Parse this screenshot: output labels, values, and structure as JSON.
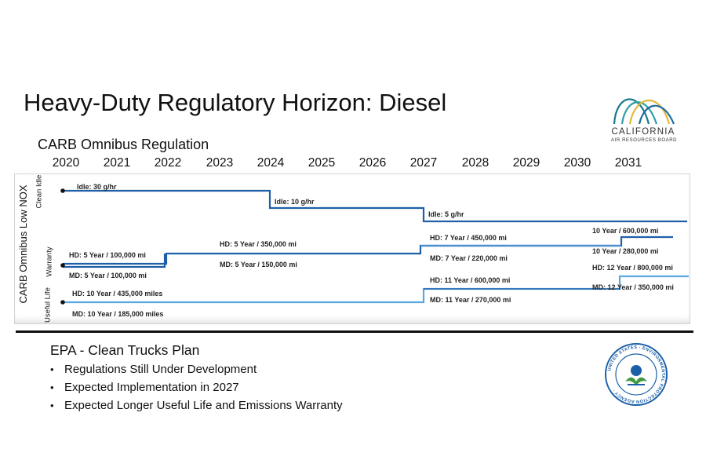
{
  "title": "Heavy-Duty Regulatory Horizon: Diesel",
  "ca_logo": {
    "name": "CALIFORNIA",
    "sub": "AIR RESOURCES BOARD"
  },
  "subtitle": "CARB Omnibus Regulation",
  "years": [
    "2020",
    "2021",
    "2022",
    "2023",
    "2024",
    "2025",
    "2026",
    "2027",
    "2028",
    "2029",
    "2030",
    "2031"
  ],
  "side_label": "CARB Omnibus Low NOX",
  "row_labels": {
    "clean_idle": "Clean Idle",
    "warranty": "Warranty",
    "useful_life": "Useful Life"
  },
  "labels": {
    "idle_30": "Idle: 30 g/hr",
    "idle_10": "Idle: 10 g/hr",
    "idle_5": "Idle: 5 g/hr",
    "w_hd_2020": "HD: 5 Year / 100,000 mi",
    "w_md_2020": "MD: 5 Year / 100,000 mi",
    "w_hd_2022": "HD: 5 Year / 350,000 mi",
    "w_md_2022": "MD: 5 Year / 150,000 mi",
    "w_hd_2027": "HD: 7 Year / 450,000 mi",
    "w_md_2027": "MD: 7 Year / 220,000 mi",
    "w_hd_2031": "10 Year / 600,000 mi",
    "w_md_2031": "10 Year / 280,000 mi",
    "ul_hd_2020": "HD: 10 Year / 435,000 miles",
    "ul_md_2020": "MD: 10 Year / 185,000 miles",
    "ul_hd_2027": "HD: 11 Year / 600,000 mi",
    "ul_md_2027": "MD: 11 Year / 270,000 mi",
    "ul_hd_2031": "HD: 12 Year / 800,000 mi",
    "ul_md_2031": "MD: 12 Year / 350,000 mi"
  },
  "epa": {
    "title": "EPA - Clean Trucks Plan",
    "bullets": [
      "Regulations Still Under Development",
      "Expected Implementation in 2027",
      "Expected Longer Useful Life and Emissions Warranty"
    ],
    "seal_text": "UNITED STATES ENVIRONMENTAL PROTECTION AGENCY"
  },
  "colors": {
    "line_dark": "#1f5fa8",
    "line_light": "#5aa8e0",
    "epa_blue": "#1a5fa8",
    "epa_green": "#3e9a3c"
  }
}
